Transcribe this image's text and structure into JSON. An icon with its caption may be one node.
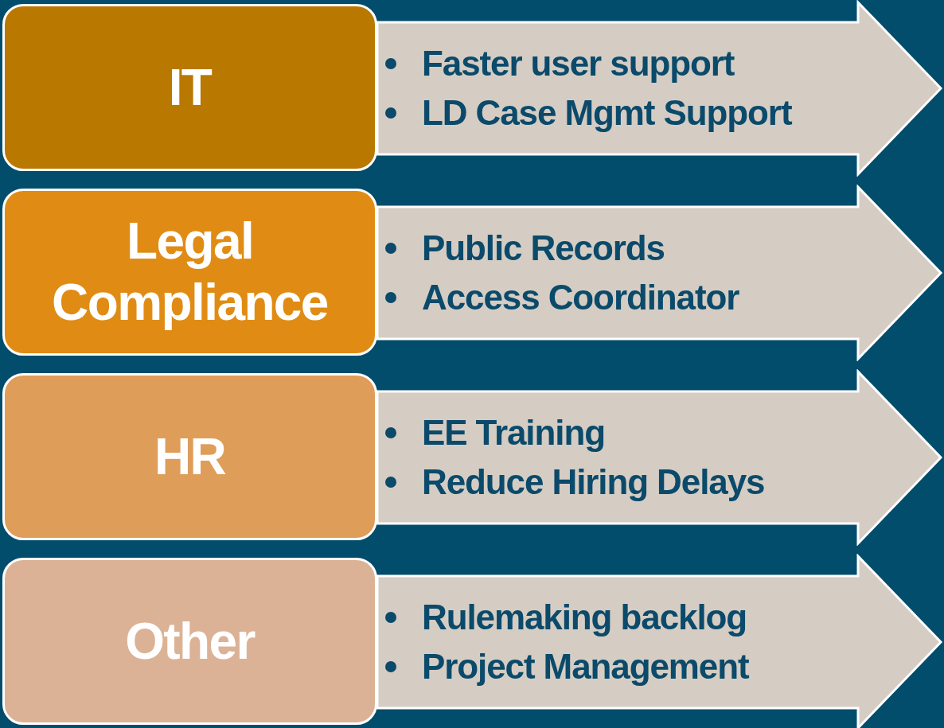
{
  "diagram": {
    "nodes": [
      {
        "text": [
          "IT"
        ]
      },
      {
        "text": [
          "Faster user support",
          "LD Case Mgmt Support"
        ]
      },
      {
        "text": [
          "Legal Compliance"
        ]
      },
      {
        "text": [
          "Public Records",
          "Access Coordinator"
        ]
      },
      {
        "text": [
          "HR"
        ]
      },
      {
        "text": [
          "EE Training",
          "Reduce Hiring Delays"
        ]
      },
      {
        "text": [
          "Other"
        ]
      },
      {
        "text": [
          "Rulemaking backlog",
          "Project Management"
        ]
      }
    ]
  }
}
